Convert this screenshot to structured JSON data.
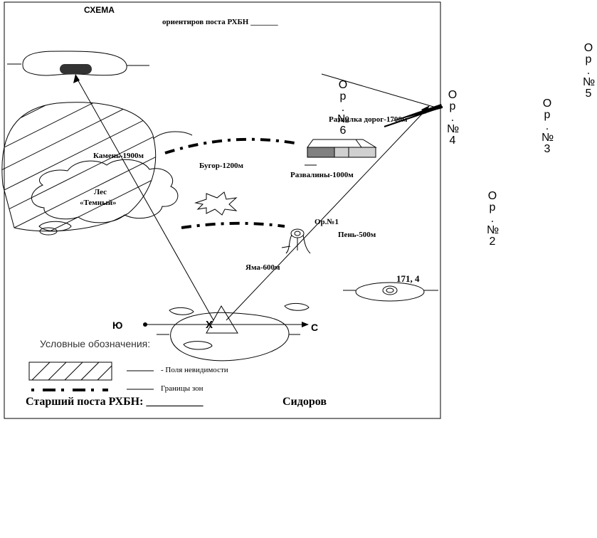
{
  "header": {
    "title": "СХЕМА",
    "subtitle": "ориентиров поста РХБН _______"
  },
  "landmarks": {
    "kamen": "Камень-1900м",
    "les_line1": "Лес",
    "les_line2": "«Темный»",
    "bugor": "Бугор-1200м",
    "razvilka": "Развилка дорог-1700м",
    "razvaliny": "Развалины-1000м",
    "or1": "Ор.№1",
    "pen": "Пень-500м",
    "yama": "Яма-600м",
    "height_mark": "171, 4"
  },
  "directions": {
    "south": "Ю",
    "north": "С",
    "post": "Х"
  },
  "vertical_labels": {
    "or6": [
      "О",
      "р",
      ".",
      "№",
      "6"
    ],
    "or5": [
      "О",
      "р",
      ".",
      "№",
      "5"
    ],
    "or4": [
      "О",
      "р",
      ".",
      "№",
      "4"
    ],
    "or3": [
      "О",
      "р",
      ".",
      "№",
      "3"
    ],
    "or2": [
      "О",
      "р",
      ".",
      "№",
      "2"
    ]
  },
  "legend": {
    "title": "Условные обозначения:",
    "invisibility": "- Поля   невидимости",
    "zone_borders": "Границы зон"
  },
  "footer": {
    "chief": "Старший поста РХБН: __________",
    "name": "Сидоров"
  }
}
